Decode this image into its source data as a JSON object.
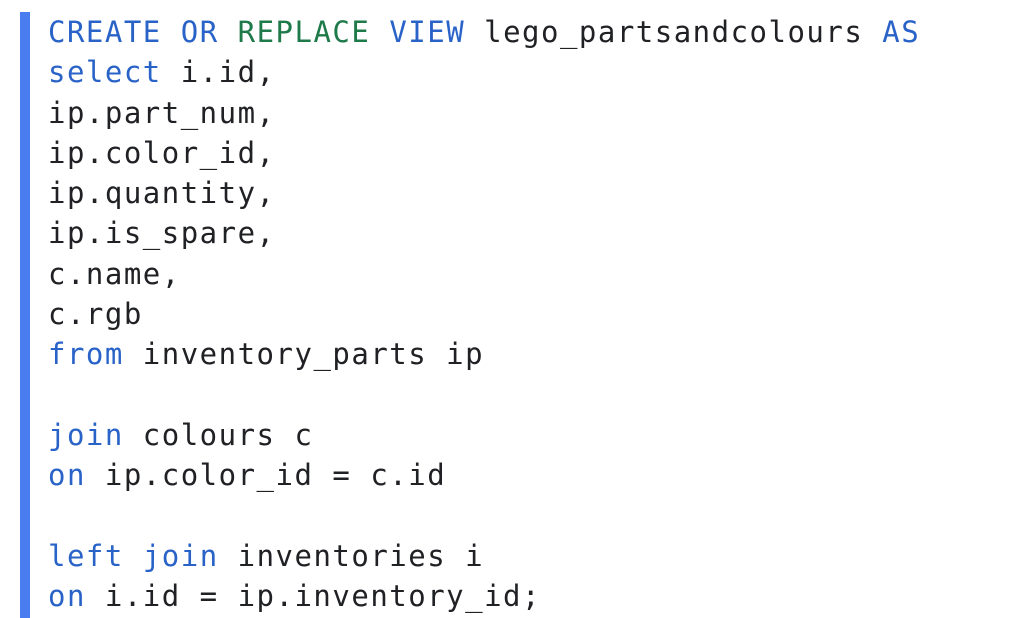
{
  "colors": {
    "accent_bar": "#4a7df0",
    "keyword": "#2a63c8",
    "keyword_ddl_replace": "#1f7a4a",
    "text": "#202124",
    "background": "#ffffff"
  },
  "code_lines": [
    [
      {
        "t": "CREATE",
        "k": "kw"
      },
      {
        "t": " ",
        "k": "plain"
      },
      {
        "t": "OR",
        "k": "kw"
      },
      {
        "t": " ",
        "k": "plain"
      },
      {
        "t": "REPLACE",
        "k": "kw2"
      },
      {
        "t": " ",
        "k": "plain"
      },
      {
        "t": "VIEW",
        "k": "kw"
      },
      {
        "t": " lego_partsandcolours ",
        "k": "plain"
      },
      {
        "t": "AS",
        "k": "kw"
      }
    ],
    [
      {
        "t": "select",
        "k": "kw"
      },
      {
        "t": " i.id,",
        "k": "plain"
      }
    ],
    [
      {
        "t": "ip.part_num,",
        "k": "plain"
      }
    ],
    [
      {
        "t": "ip.color_id,",
        "k": "plain"
      }
    ],
    [
      {
        "t": "ip.quantity,",
        "k": "plain"
      }
    ],
    [
      {
        "t": "ip.is_spare,",
        "k": "plain"
      }
    ],
    [
      {
        "t": "c.name,",
        "k": "plain"
      }
    ],
    [
      {
        "t": "c.rgb",
        "k": "plain"
      }
    ],
    [
      {
        "t": "from",
        "k": "kw"
      },
      {
        "t": " inventory_parts ip",
        "k": "plain"
      }
    ],
    [],
    [
      {
        "t": "join",
        "k": "kw"
      },
      {
        "t": " colours c",
        "k": "plain"
      }
    ],
    [
      {
        "t": "on",
        "k": "kw"
      },
      {
        "t": " ip.color_id = c.id",
        "k": "plain"
      }
    ],
    [],
    [
      {
        "t": "left",
        "k": "kw"
      },
      {
        "t": " ",
        "k": "plain"
      },
      {
        "t": "join",
        "k": "kw"
      },
      {
        "t": " inventories i",
        "k": "plain"
      }
    ],
    [
      {
        "t": "on",
        "k": "kw"
      },
      {
        "t": " i.id = ip.inventory_id;",
        "k": "plain"
      }
    ]
  ]
}
